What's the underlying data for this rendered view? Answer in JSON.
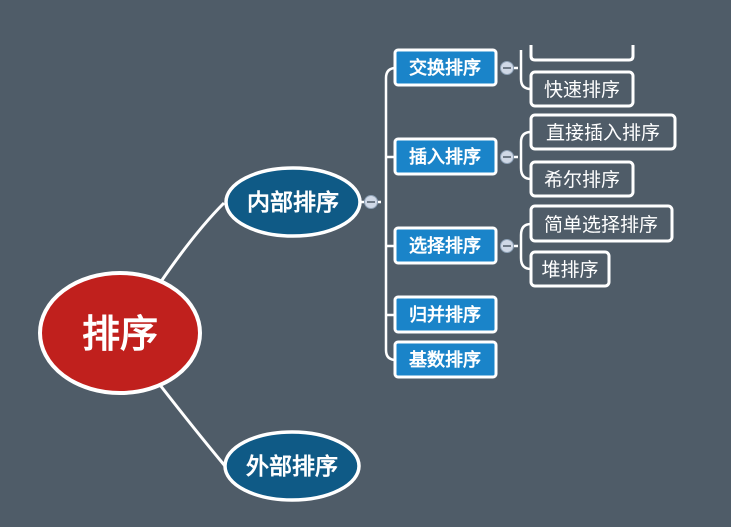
{
  "root": {
    "label": "排序",
    "color": "#c0201d"
  },
  "internal": {
    "label": "内部排序",
    "color": "#0f5a86",
    "categories": [
      {
        "label": "交换排序",
        "children": [
          "",
          "快速排序"
        ]
      },
      {
        "label": "插入排序",
        "children": [
          "直接插入排序",
          "希尔排序"
        ]
      },
      {
        "label": "选择排序",
        "children": [
          "简单选择排序",
          "堆排序"
        ]
      },
      {
        "label": "归并排序",
        "children": []
      },
      {
        "label": "基数排序",
        "children": []
      }
    ]
  },
  "external": {
    "label": "外部排序",
    "color": "#0f5a86"
  },
  "colors": {
    "background": "#4f5c68",
    "category_fill": "#1a84c9",
    "collapse_button": "#cfd8e6"
  }
}
